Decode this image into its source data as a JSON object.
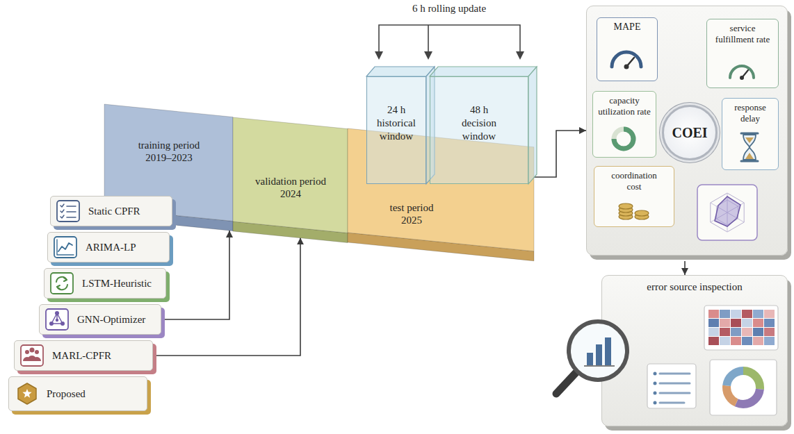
{
  "diagram": {
    "nodes": [
      {
        "text": [
          "training period 2019–2023"
        ]
      },
      {
        "text": [
          "validation period 2024"
        ]
      },
      {
        "text": [
          "test period 2025"
        ]
      },
      {
        "text": [
          "24 h historical window"
        ]
      },
      {
        "text": [
          "48 h decision window"
        ]
      },
      {
        "text": []
      },
      {
        "text": [
          "MAPE"
        ],
        "in": 5
      },
      {
        "text": [
          "service fulfillment rate"
        ],
        "in": 5
      },
      {
        "text": [
          "COEI"
        ],
        "in": 5
      },
      {
        "text": [
          "capacity utilization rate"
        ],
        "in": 5
      },
      {
        "text": [
          "response delay"
        ],
        "in": 5
      },
      {
        "text": [
          "coordination cost"
        ],
        "in": 5
      },
      {
        "text": [
          "error source inspection"
        ]
      },
      {
        "text": [
          "Static CPFR"
        ]
      },
      {
        "text": [
          "ARIMA-LP"
        ]
      },
      {
        "text": [
          "LSTM-Heuristic"
        ]
      },
      {
        "text": [
          "GNN-Optimizer"
        ]
      },
      {
        "text": [
          "MARL-CPFR"
        ]
      },
      {
        "text": [
          "Proposed"
        ]
      }
    ],
    "edges": [
      {
        "from": 4,
        "to": 5,
        "arrow": "to"
      },
      {
        "from": 5,
        "to": 12,
        "arrow": "to"
      },
      {
        "from": 16,
        "to": 0,
        "arrow": "to"
      },
      {
        "from": 17,
        "to": 1,
        "arrow": "to"
      }
    ],
    "labels": [
      "6 h rolling update"
    ]
  }
}
